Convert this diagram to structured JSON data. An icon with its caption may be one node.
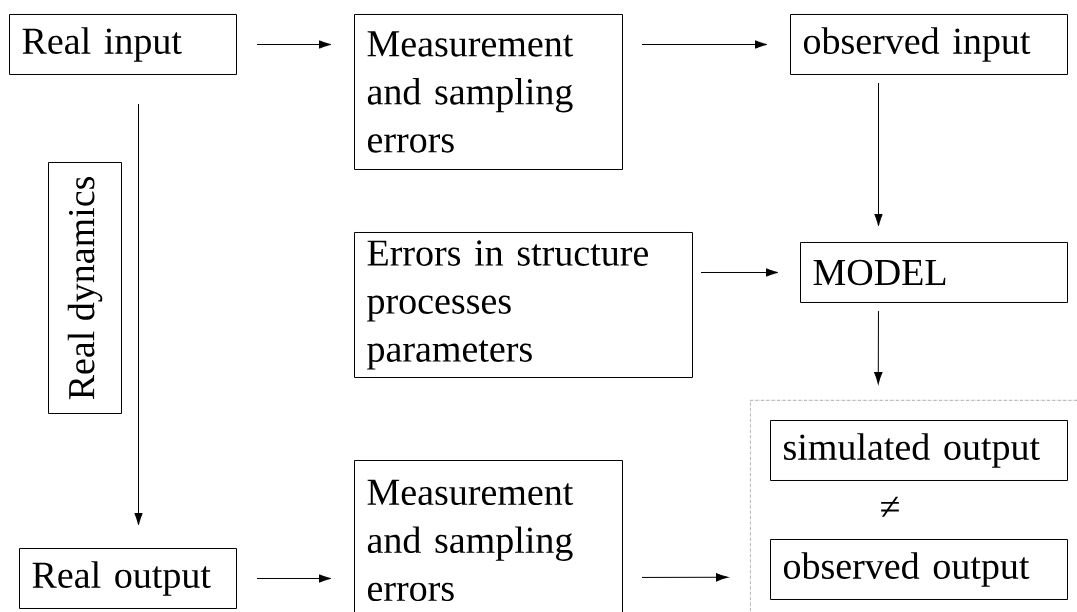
{
  "diagram": {
    "nodes": [
      {
        "text": [
          "Real input"
        ]
      },
      {
        "text": [
          "Measurement and sampling errors"
        ]
      },
      {
        "text": [
          "observed input"
        ]
      },
      {
        "text": [
          "Errors in structure processes parameters"
        ]
      },
      {
        "text": [
          "MODEL"
        ]
      },
      {
        "text": [
          "Real output"
        ]
      },
      {
        "text": [
          "Measurement and sampling errors"
        ]
      },
      {
        "text": [],
        "shape": "box"
      },
      {
        "text": [
          "simulated output"
        ],
        "in": 7
      },
      {
        "text": [
          "observed output"
        ],
        "in": 7
      }
    ],
    "edges": [
      {
        "from": 0,
        "to": 1,
        "arrow": "to"
      },
      {
        "from": 1,
        "to": 2,
        "arrow": "to"
      },
      {
        "from": 2,
        "to": 4,
        "arrow": "to"
      },
      {
        "from": 3,
        "to": 4,
        "arrow": "to"
      },
      {
        "from": 4,
        "to": 7,
        "arrow": "to"
      },
      {
        "from": 0,
        "to": 5,
        "arrow": "to",
        "label": "Real dynamics"
      },
      {
        "from": 5,
        "to": 6,
        "arrow": "to"
      },
      {
        "from": 6,
        "to": 7,
        "arrow": "to"
      }
    ],
    "labels": [
      "≠"
    ]
  }
}
